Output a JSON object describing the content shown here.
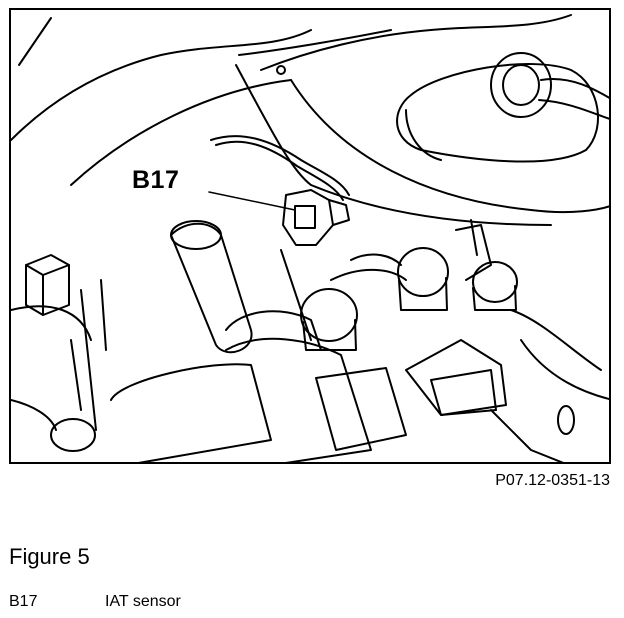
{
  "diagram": {
    "callout_label": "B17",
    "reference_code": "P07.12-0351-13"
  },
  "figure": {
    "title": "Figure 5",
    "legend": [
      {
        "code": "B17",
        "description": "IAT sensor"
      }
    ]
  }
}
